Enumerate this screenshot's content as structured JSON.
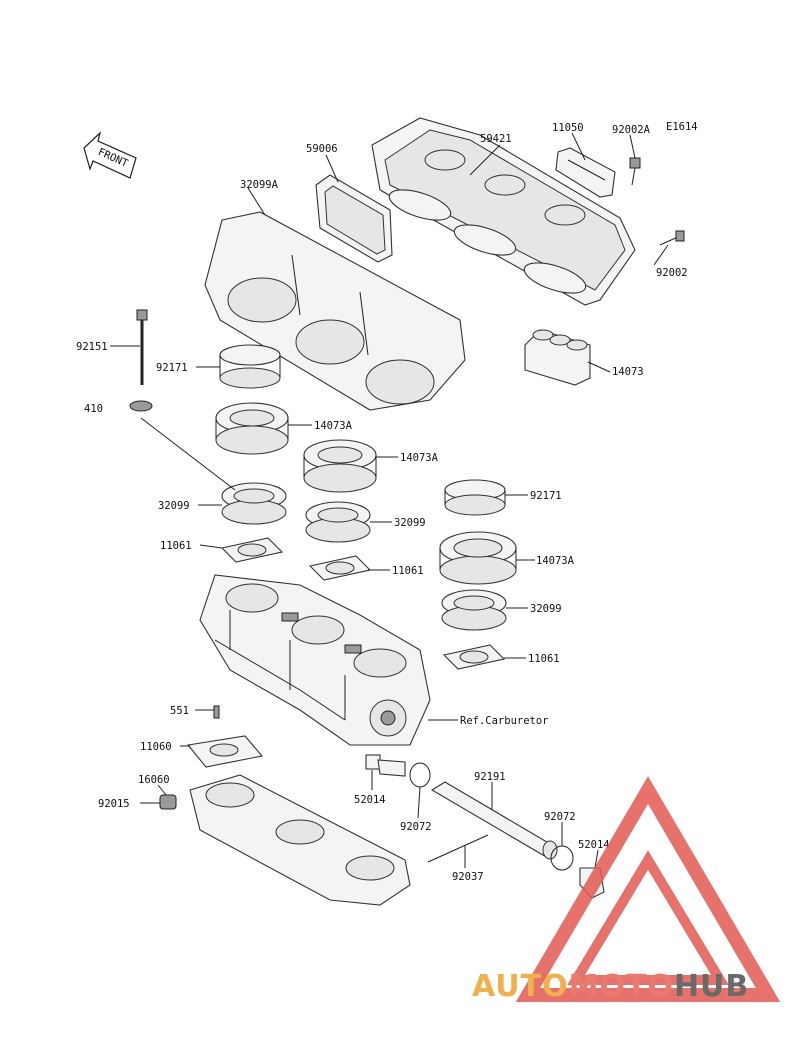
{
  "diagram": {
    "code": "E1614",
    "front_label": "FRONT",
    "ref_label": "Ref.Carburetor",
    "callouts": {
      "c59006": "59006",
      "c59421": "59421",
      "c11050": "11050",
      "c92002A": "92002A",
      "c32099A": "32099A",
      "c92002": "92002",
      "c92151": "92151",
      "c92171a": "92171",
      "c14073": "14073",
      "c410": "410",
      "c14073Aa": "14073A",
      "c14073Ab": "14073A",
      "c32099a": "32099",
      "c92171b": "92171",
      "c32099b": "32099",
      "c11061a": "11061",
      "c11061b": "11061",
      "c14073Ac": "14073A",
      "c32099c": "32099",
      "c11061c": "11061",
      "c551": "551",
      "c11060": "11060",
      "c16060": "16060",
      "c92015": "92015",
      "c52014a": "52014",
      "c92191": "92191",
      "c92072a": "92072",
      "c92072b": "92072",
      "c52014b": "52014",
      "c92037": "92037"
    }
  },
  "watermark": {
    "part1": "AUTO",
    "part2": "MOTO",
    "part3": "HUB",
    "color1": "#f2b04a",
    "color2": "#e97a6e",
    "color3": "#6a6a6a",
    "triangle_color": "#e25a52"
  }
}
